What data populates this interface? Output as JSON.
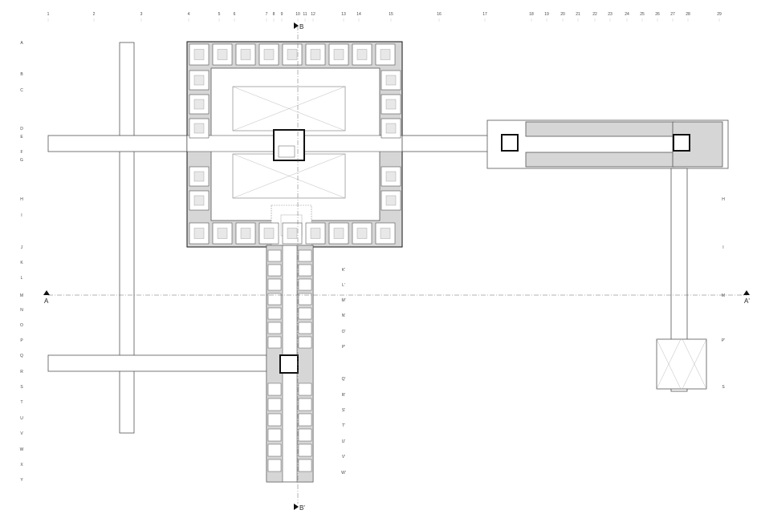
{
  "grid": {
    "columns": [
      "1",
      "2",
      "3",
      "4",
      "5",
      "6",
      "7",
      "8",
      "9",
      "10",
      "11",
      "12",
      "13",
      "14",
      "15",
      "16",
      "17",
      "18",
      "19",
      "20",
      "21",
      "22",
      "23",
      "24",
      "25",
      "26",
      "27",
      "28",
      "29"
    ],
    "rows": [
      "A",
      "B",
      "C",
      "D",
      "E",
      "F",
      "G",
      "H",
      "I",
      "J",
      "K",
      "L",
      "M",
      "N",
      "O",
      "P",
      "Q",
      "R",
      "S",
      "T",
      "U",
      "V",
      "W",
      "X",
      "Y"
    ],
    "inner_rows_upper": [
      "K'",
      "L'",
      "M'",
      "N'",
      "O'",
      "P'"
    ],
    "inner_rows_lower": [
      "Q'",
      "R'",
      "S'",
      "T'",
      "U'",
      "V'",
      "W'"
    ],
    "right_rows": [
      "H",
      "I",
      "M",
      "P'",
      "S"
    ]
  },
  "sections": {
    "b_top": "B",
    "b_bottom": "B'",
    "a_left": "A",
    "a_right": "A'"
  },
  "colors": {
    "line": "#555555",
    "room_fill": "#d6d6d6",
    "wall": "#111111",
    "grid": "#bbbbbb"
  }
}
